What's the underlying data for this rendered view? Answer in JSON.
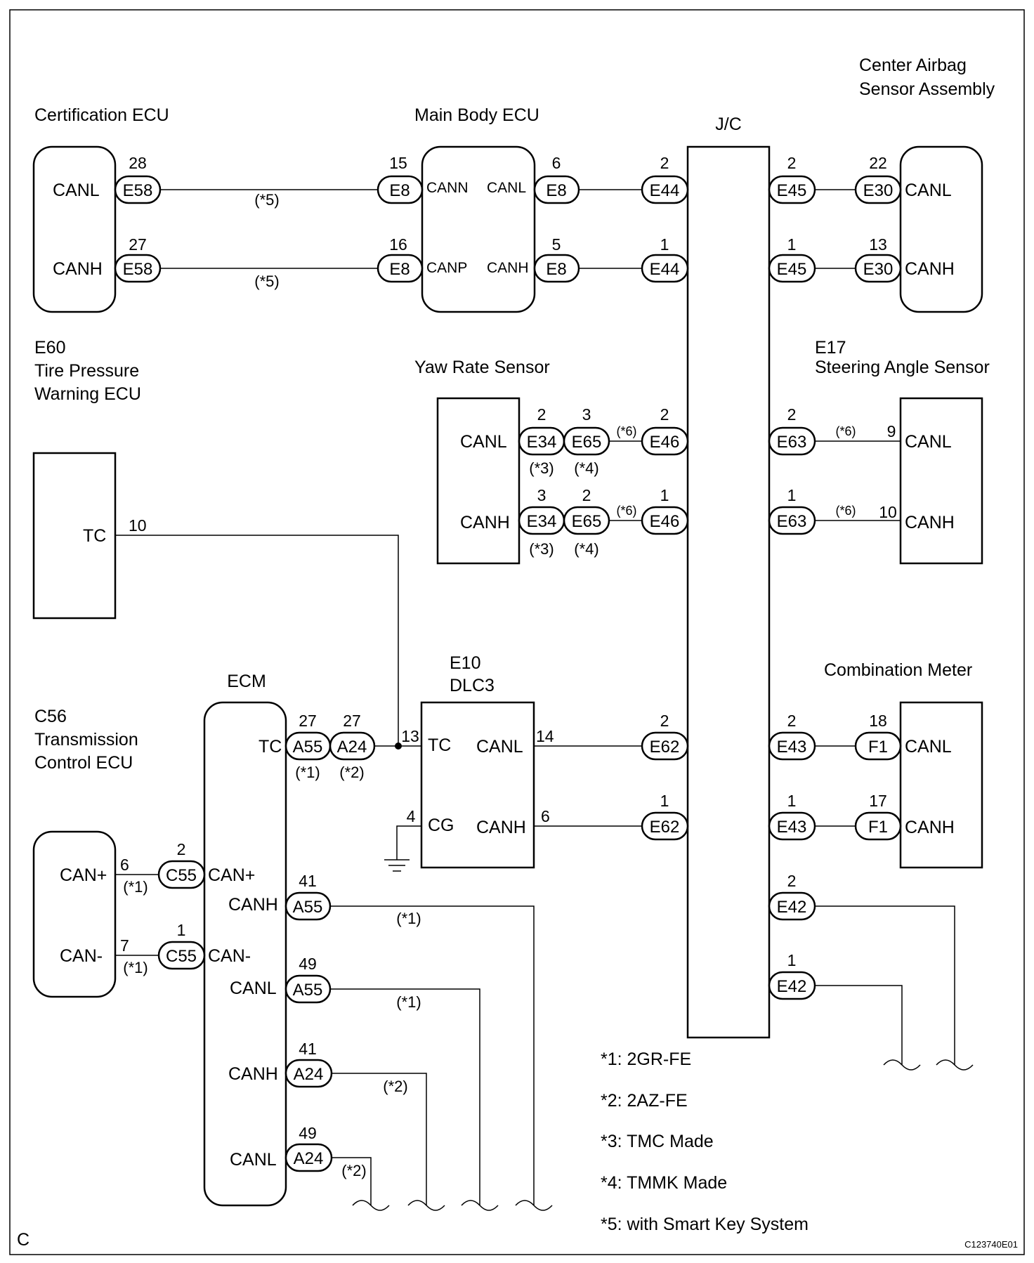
{
  "components": {
    "certification_ecu": {
      "name": "Certification ECU",
      "canl": "CANL",
      "canh": "CANH"
    },
    "main_body_ecu": {
      "name": "Main Body ECU",
      "cann": "CANN",
      "canp": "CANP",
      "canl": "CANL",
      "canh": "CANH"
    },
    "jc": {
      "name": "J/C"
    },
    "center_airbag": {
      "name_line1": "Center Airbag",
      "name_line2": "Sensor Assembly",
      "canl": "CANL",
      "canh": "CANH"
    },
    "tire_pressure": {
      "code": "E60",
      "name_line1": "Tire Pressure",
      "name_line2": "Warning ECU",
      "tc": "TC"
    },
    "yaw_rate": {
      "name": "Yaw Rate Sensor",
      "canl": "CANL",
      "canh": "CANH"
    },
    "steering_angle": {
      "code": "E17",
      "name": "Steering Angle Sensor",
      "canl": "CANL",
      "canh": "CANH"
    },
    "ecm": {
      "name": "ECM",
      "tc": "TC",
      "can_plus": "CAN+",
      "can_minus": "CAN-",
      "canh1": "CANH",
      "canl1": "CANL",
      "canh2": "CANH",
      "canl2": "CANL"
    },
    "dlc3": {
      "code": "E10",
      "name": "DLC3",
      "tc": "TC",
      "cg": "CG",
      "canl": "CANL",
      "canh": "CANH"
    },
    "tcm": {
      "code": "C56",
      "name_line1": "Transmission",
      "name_line2": "Control ECU",
      "can_plus": "CAN+",
      "can_minus": "CAN-"
    },
    "combination_meter": {
      "name": "Combination Meter",
      "canl": "CANL",
      "canh": "CANH"
    }
  },
  "connectors": {
    "E58": "E58",
    "E8": "E8",
    "E44": "E44",
    "E45": "E45",
    "E30": "E30",
    "E34": "E34",
    "E65": "E65",
    "E46": "E46",
    "E63": "E63",
    "A55": "A55",
    "A24": "A24",
    "E62": "E62",
    "E43": "E43",
    "F1": "F1",
    "C55": "C55",
    "E42": "E42"
  },
  "pins": {
    "e58_canl": "28",
    "e58_canh": "27",
    "e8_cann": "15",
    "e8_canp": "16",
    "e8_canl": "6",
    "e8_canh": "5",
    "e44_canl": "2",
    "e44_canh": "1",
    "e45_canl": "2",
    "e45_canh": "1",
    "e30_canl": "22",
    "e30_canh": "13",
    "e34_canl": "2",
    "e65_canl": "3",
    "e34_canh": "3",
    "e65_canh": "2",
    "e46_canl": "2",
    "e46_canh": "1",
    "e63_canl": "2",
    "e63_canh": "1",
    "steer_canl": "9",
    "steer_canh": "10",
    "tire_tc": "10",
    "a55_tc": "27",
    "a24_tc": "27",
    "dlc_tc": "13",
    "dlc_cg": "4",
    "dlc_canl": "14",
    "dlc_canh": "6",
    "e62_canl": "2",
    "e62_canh": "1",
    "e43_canl": "2",
    "e43_canh": "1",
    "f1_canl": "18",
    "f1_canh": "17",
    "c55_canp": "2",
    "c55_canm": "1",
    "tcm_canp": "6",
    "tcm_canm": "7",
    "a55_canh": "41",
    "a55_canl": "49",
    "a24_canh": "41",
    "a24_canl": "49",
    "e42_a": "2",
    "e42_b": "1"
  },
  "marks": {
    "m1": "(*1)",
    "m2": "(*2)",
    "m3": "(*3)",
    "m4": "(*4)",
    "m5": "(*5)",
    "m6": "(*6)"
  },
  "legend": [
    "*1: 2GR-FE",
    "*2: 2AZ-FE",
    "*3: TMC Made",
    "*4: TMMK Made",
    "*5: with Smart Key System"
  ],
  "corner_letter": "C",
  "figure_id": "C123740E01"
}
